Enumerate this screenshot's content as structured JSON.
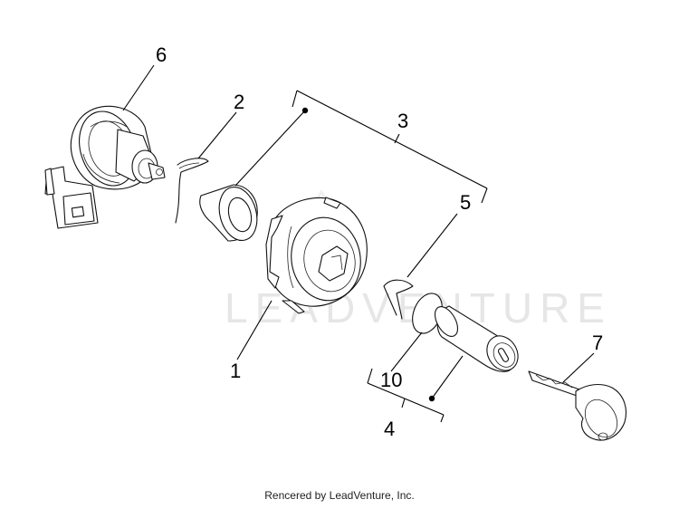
{
  "watermark": "LEADVENTURE",
  "footer": "Rencered by LeadVenture, Inc.",
  "callouts": {
    "c1": "1",
    "c2": "2",
    "c3": "3",
    "c4": "4",
    "c5": "5",
    "c6": "6",
    "c7": "7",
    "c10": "10"
  }
}
